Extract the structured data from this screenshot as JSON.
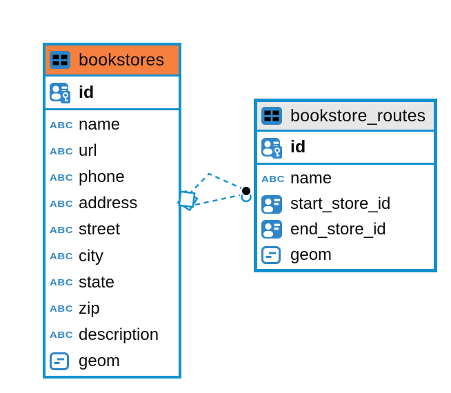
{
  "diagram": {
    "icons": {
      "text_icon_label": "ABC"
    },
    "colors": {
      "accent_blue": "#1191CE",
      "icon_blue": "#2E86C8",
      "icon_cell_light_blue": "#7FB2DE",
      "selected_header_orange": "#F6803D",
      "header_gray": "#E7E7E7",
      "relationship_dot_black": "#000000"
    },
    "tables": [
      {
        "name": "bookstores",
        "primary_key": {
          "label": "id"
        },
        "columns": [
          {
            "type": "text",
            "label": "name"
          },
          {
            "type": "text",
            "label": "url"
          },
          {
            "type": "text",
            "label": "phone"
          },
          {
            "type": "text",
            "label": "address"
          },
          {
            "type": "text",
            "label": "street"
          },
          {
            "type": "text",
            "label": "city"
          },
          {
            "type": "text",
            "label": "state"
          },
          {
            "type": "text",
            "label": "zip"
          },
          {
            "type": "text",
            "label": "description"
          },
          {
            "type": "geometry",
            "label": "geom"
          }
        ]
      },
      {
        "name": "bookstore_routes",
        "primary_key": {
          "label": "id"
        },
        "columns": [
          {
            "type": "text",
            "label": "name"
          },
          {
            "type": "reference",
            "label": "start_store_id"
          },
          {
            "type": "reference",
            "label": "end_store_id"
          },
          {
            "type": "geometry",
            "label": "geom"
          }
        ]
      }
    ]
  }
}
